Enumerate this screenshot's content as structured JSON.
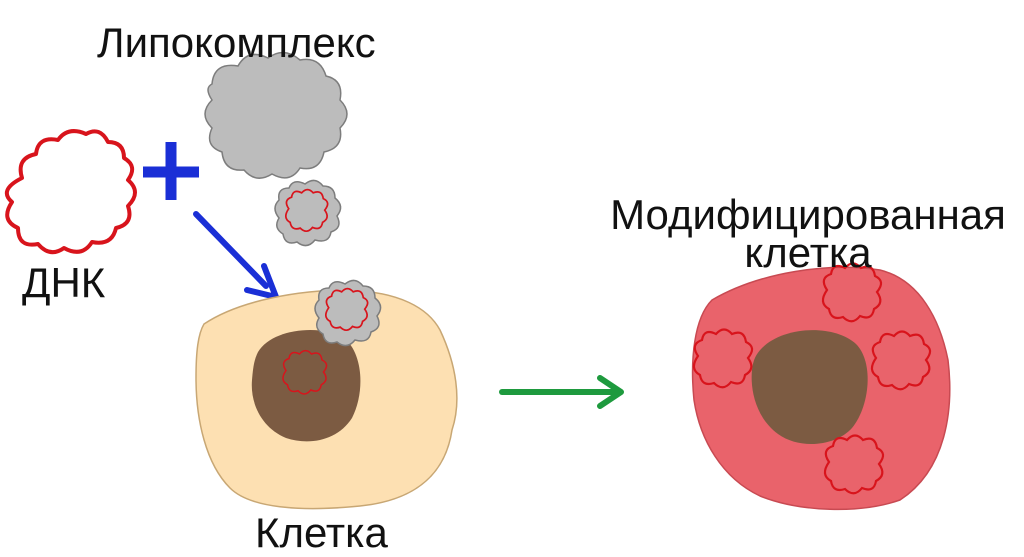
{
  "labels": {
    "lipocomplex": "Липокомплекс",
    "dna": "ДНК",
    "cell": "Клетка",
    "modified_line1": "Модифицированная",
    "modified_line2": "клетка"
  },
  "colors": {
    "dna_outline": "#d8141c",
    "lipocomplex_fill": "#bcbcbc",
    "lipocomplex_stroke": "#7d7d7d",
    "plus": "#1a2fd6",
    "arrow_blue": "#1a2fd6",
    "arrow_green": "#1e9a3e",
    "cell_fill": "#fde0b2",
    "cell_stroke": "#c8a774",
    "nucleus": "#7c5b42",
    "modified_cell_fill": "#e9636b",
    "modified_cell_stroke": "#c84a52"
  },
  "icons": {
    "plus": "plus-sign",
    "arrow_to_cell": "arrow-down-right",
    "arrow_to_modified": "arrow-right"
  }
}
